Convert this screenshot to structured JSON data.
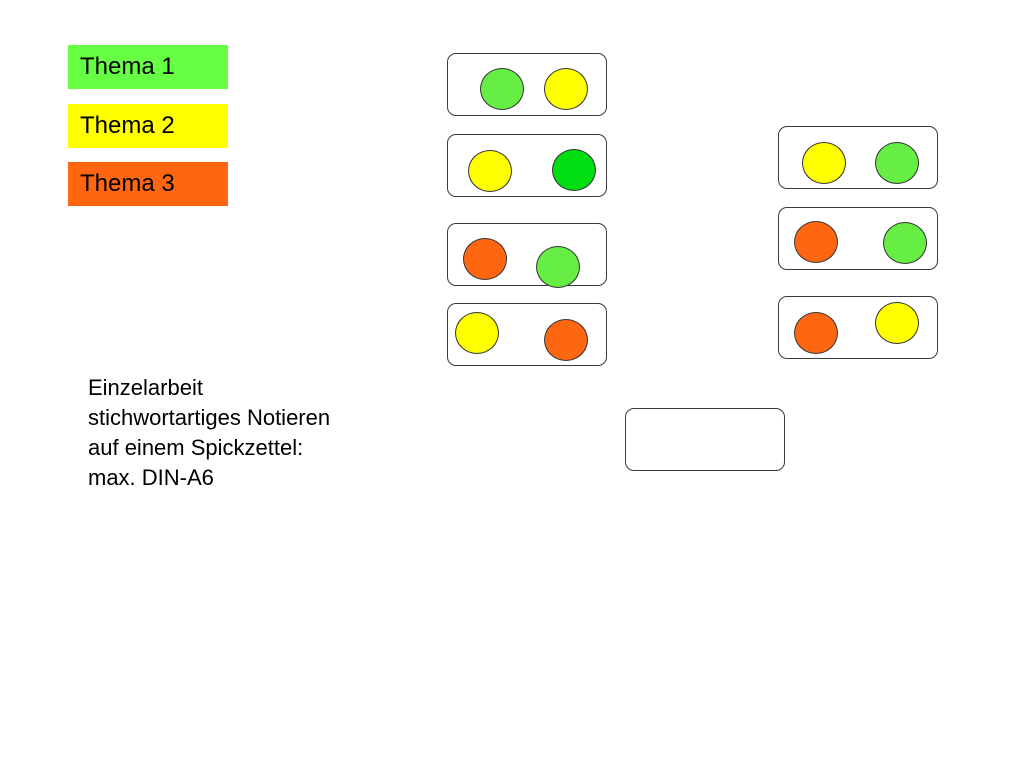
{
  "colors": {
    "green": "#66ee44",
    "bright_green": "#00dd11",
    "yellow": "#ffff00",
    "orange": "#ff6611"
  },
  "legend": [
    {
      "label": "Thema 1",
      "color": "#66ff44"
    },
    {
      "label": "Thema 2",
      "color": "#ffff00"
    },
    {
      "label": "Thema 3",
      "color": "#ff6611"
    }
  ],
  "instructions": {
    "lines": [
      "Einzelarbeit",
      "stichwortartiges Notieren",
      "auf einem Spickzettel:",
      "max. DIN-A6"
    ]
  },
  "pairs": [
    {
      "left": "green",
      "right": "yellow"
    },
    {
      "left": "yellow",
      "right": "bright_green"
    },
    {
      "left": "orange",
      "right": "green"
    },
    {
      "left": "yellow",
      "right": "orange"
    },
    {
      "left": "yellow",
      "right": "green"
    },
    {
      "left": "orange",
      "right": "green"
    },
    {
      "left": "orange",
      "right": "yellow"
    }
  ],
  "empty_card": ""
}
